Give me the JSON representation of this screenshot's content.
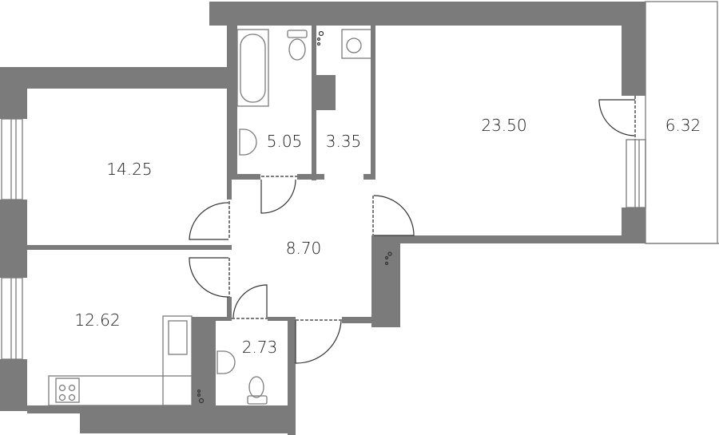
{
  "plan": {
    "rooms": [
      {
        "id": "bedroom-1",
        "area": "14.25"
      },
      {
        "id": "bathroom",
        "area": "5.05"
      },
      {
        "id": "laundry",
        "area": "3.35"
      },
      {
        "id": "living-room",
        "area": "23.50"
      },
      {
        "id": "balcony",
        "area": "6.32"
      },
      {
        "id": "hall",
        "area": "8.70"
      },
      {
        "id": "kitchen-room",
        "area": "12.62"
      },
      {
        "id": "toilet",
        "area": "2.73"
      }
    ],
    "colors": {
      "wall": "#7b7b7b",
      "background": "#ffffff",
      "text": "#1a1a1a"
    }
  }
}
